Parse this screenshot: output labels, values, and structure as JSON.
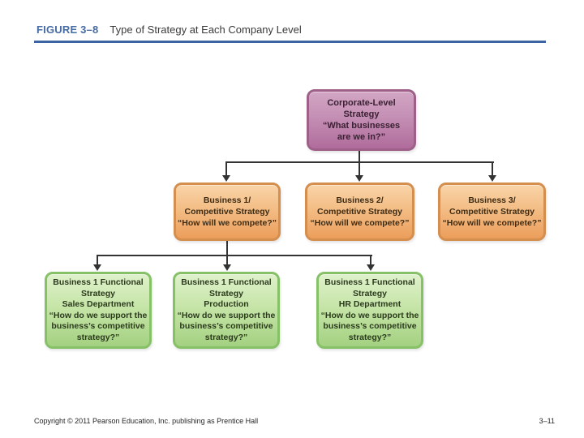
{
  "header": {
    "figure_label": "FIGURE 3–8",
    "title": "Type of Strategy at Each Company Level"
  },
  "diagram": {
    "type": "org-chart",
    "levels": [
      "Corporate",
      "Business / Competitive",
      "Functional"
    ],
    "nodes": {
      "corporate": {
        "text": "Corporate-Level\nStrategy\n“What businesses\nare we in?”"
      },
      "business1": {
        "text": "Business 1/\nCompetitive Strategy\n“How will we compete?”"
      },
      "business2": {
        "text": "Business 2/\nCompetitive Strategy\n“How will we compete?”"
      },
      "business3": {
        "text": "Business 3/\nCompetitive Strategy\n“How will we compete?”"
      },
      "functional_sales": {
        "text": "Business 1 Functional\nStrategy\nSales Department\n“How do we support the\nbusiness’s competitive\nstrategy?”"
      },
      "functional_production": {
        "text": "Business 1 Functional\nStrategy\nProduction\n“How do we support the\nbusiness’s competitive\nstrategy?”"
      },
      "functional_hr": {
        "text": "Business 1 Functional\nStrategy\nHR Department\n“How do we support the\nbusiness’s competitive\nstrategy?”"
      }
    },
    "edges": [
      [
        "corporate",
        "business1"
      ],
      [
        "corporate",
        "business2"
      ],
      [
        "corporate",
        "business3"
      ],
      [
        "business1",
        "functional_sales"
      ],
      [
        "business1",
        "functional_production"
      ],
      [
        "business1",
        "functional_hr"
      ]
    ],
    "colors": {
      "header_label_blue": "#476ba3",
      "header_rule_blue": "#3c64a2",
      "connector_gray": "#333333",
      "corporate_fill_top": "#d2a6c4",
      "corporate_fill_bottom": "#b06c9c",
      "corporate_border": "#9e6089",
      "business_fill_top": "#f9d4a8",
      "business_fill_bottom": "#ec9e5b",
      "business_border": "#d48e4e",
      "functional_fill_top": "#dff1cb",
      "functional_fill_bottom": "#a4d181",
      "functional_border": "#87c167"
    }
  },
  "footer": {
    "copyright": "Copyright © 2011 Pearson Education, Inc. publishing as Prentice Hall",
    "page_number": "3–11"
  }
}
